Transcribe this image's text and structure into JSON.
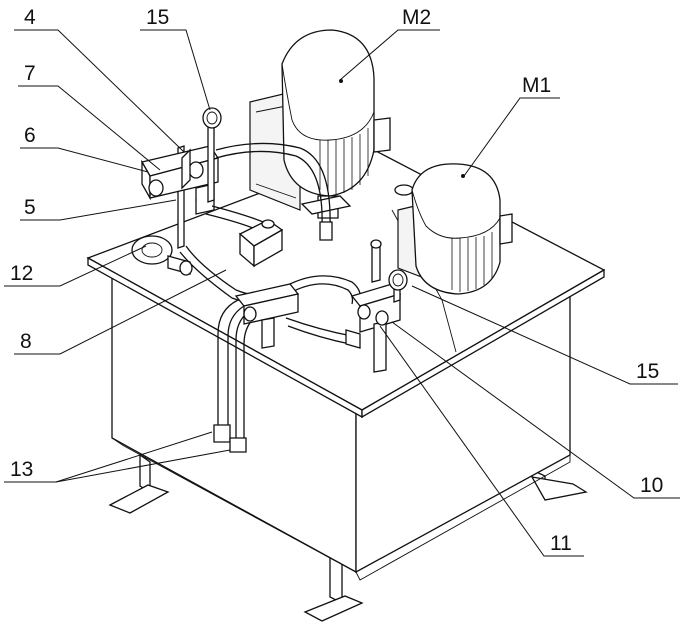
{
  "callouts": [
    {
      "id": "4",
      "text": "4"
    },
    {
      "id": "15a",
      "text": "15"
    },
    {
      "id": "M2",
      "text": "M2"
    },
    {
      "id": "7",
      "text": "7"
    },
    {
      "id": "M1",
      "text": "M1"
    },
    {
      "id": "6",
      "text": "6"
    },
    {
      "id": "5",
      "text": "5"
    },
    {
      "id": "12",
      "text": "12"
    },
    {
      "id": "8",
      "text": "8"
    },
    {
      "id": "15b",
      "text": "15"
    },
    {
      "id": "13",
      "text": "13"
    },
    {
      "id": "10",
      "text": "10"
    },
    {
      "id": "11",
      "text": "11"
    }
  ]
}
